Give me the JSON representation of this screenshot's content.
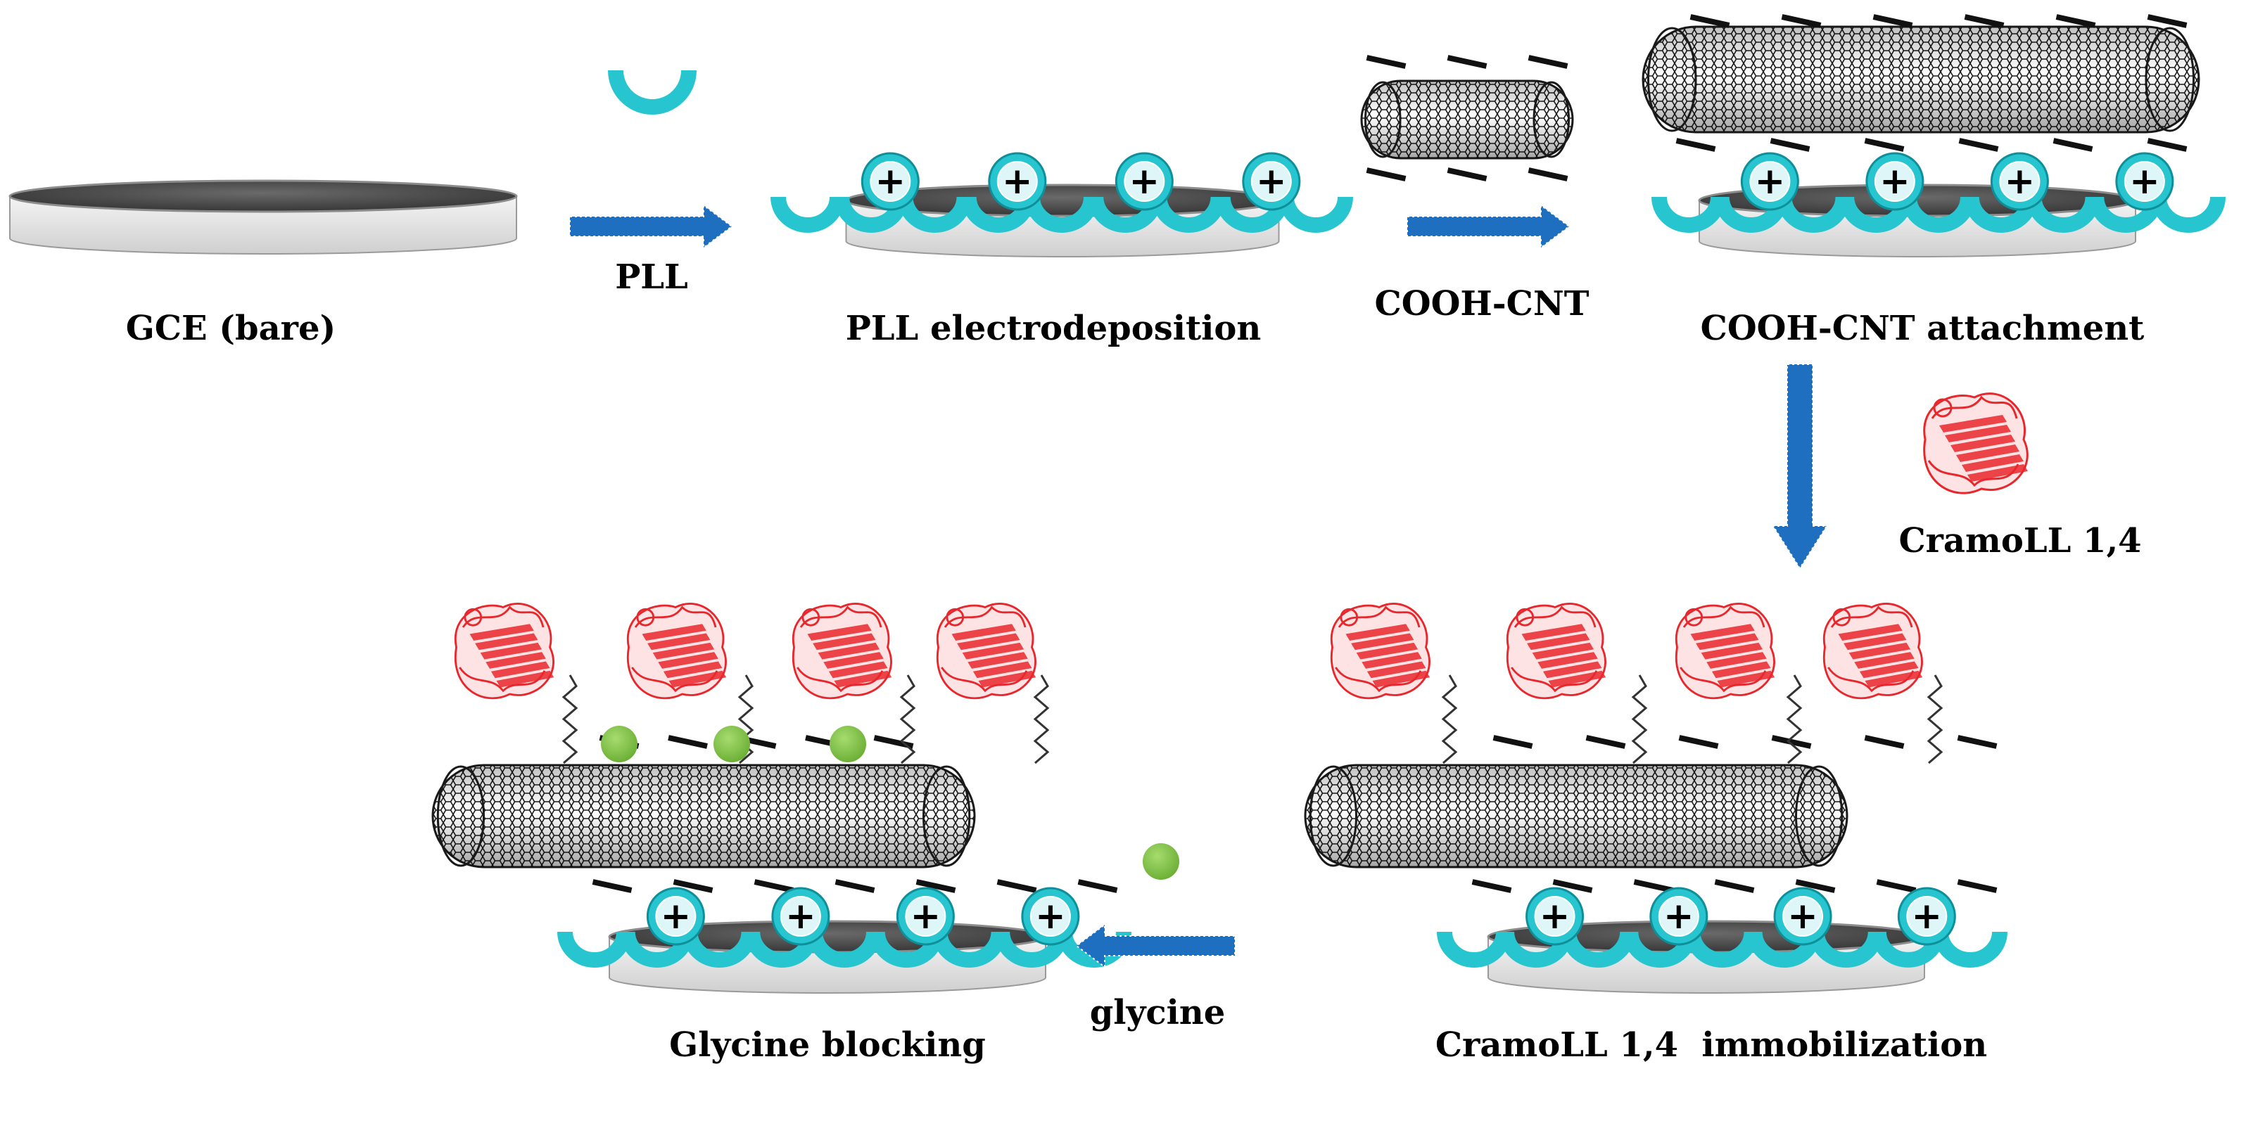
{
  "colors": {
    "arrow": "#1f6fc0",
    "pll": "#27c5cf",
    "pll_dark": "#0f8f99",
    "enzyme": "#e8272c",
    "glycine": "#7dc242",
    "electrode_top": "#3c3c3c",
    "electrode_side": "#e6e6e6",
    "cnt": "#1a1a1a"
  },
  "labels": {
    "gce_bare": "GCE (bare)",
    "pll": "PLL",
    "pll_electrodeposition": "PLL electrodeposition",
    "cooh_cnt": "COOH-CNT",
    "cooh_cnt_attachment": "COOH-CNT attachment",
    "cramoll": "CramoLL 1,4",
    "cramoll_immobilization": "CramoLL 1,4  immobilization",
    "glycine": "glycine",
    "glycine_blocking": "Glycine blocking"
  },
  "symbols": {
    "positive_charge": "+"
  },
  "icons": [
    "electrode-icon",
    "pll-monomer-icon",
    "carbon-nanotube-icon",
    "enzyme-protein-icon",
    "glycine-dot-icon",
    "arrow-icon"
  ]
}
